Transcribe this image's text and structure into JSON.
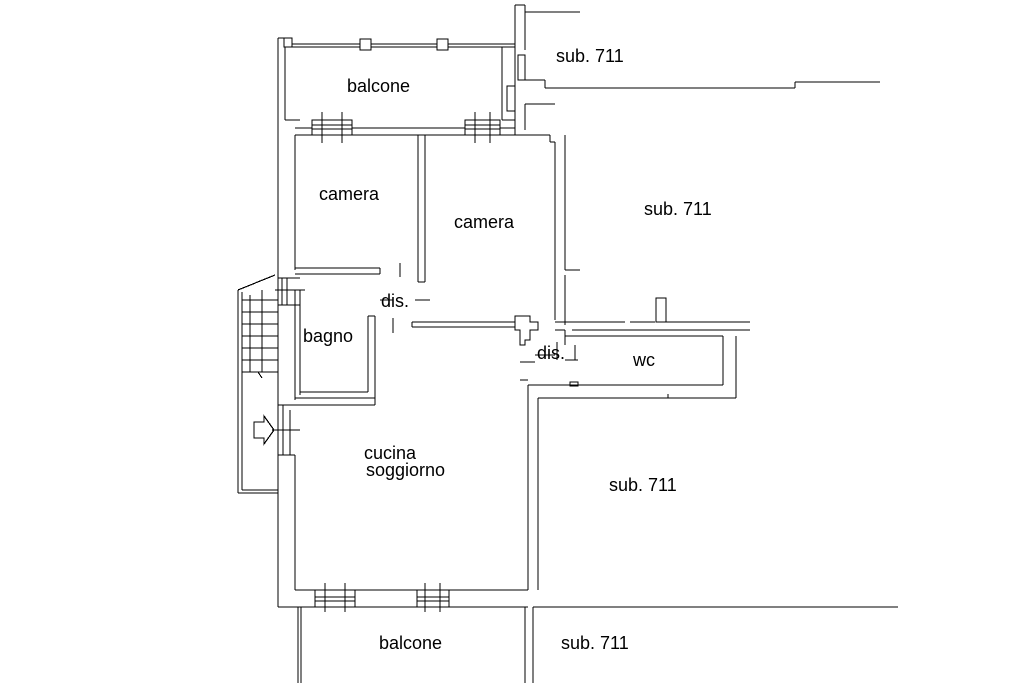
{
  "rooms": {
    "balcone_top": "balcone",
    "camera_left": "camera",
    "camera_right": "camera",
    "dis_main": "dis.",
    "bagno": "bagno",
    "dis_small": "dis.",
    "wc": "wc",
    "cucina": "cucina",
    "soggiorno": "soggiorno",
    "balcone_bottom": "balcone"
  },
  "neighbors": {
    "sub_top": "sub. 711",
    "sub_right_upper": "sub. 711",
    "sub_right_lower": "sub. 711",
    "sub_bottom": "sub. 711"
  },
  "colors": {
    "line": "#000000",
    "background": "#ffffff"
  }
}
